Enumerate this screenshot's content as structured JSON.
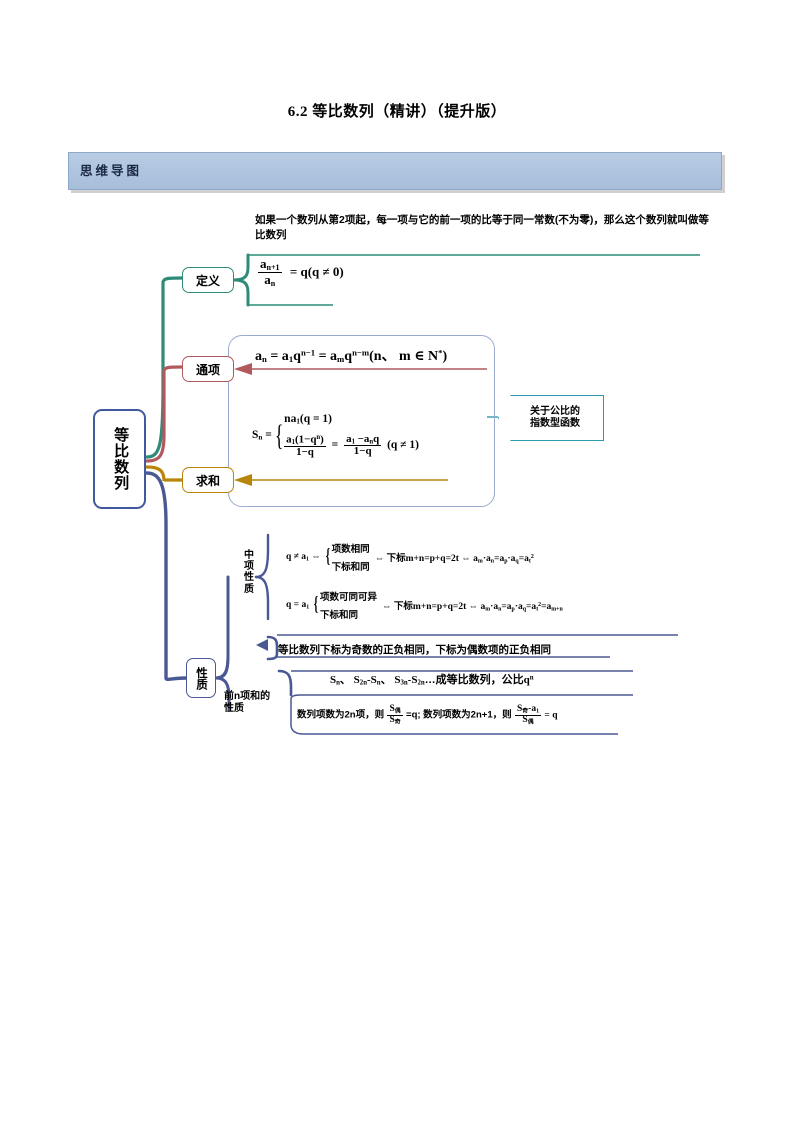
{
  "document": {
    "title": "6.2 等比数列（精讲）（提升版）",
    "section_banner_label": "思维导图"
  },
  "mindmap": {
    "root": "等比数列",
    "branches": {
      "definition": {
        "label": "定义",
        "text": "如果一个数列从第2项起，每一项与它的前一项的比等于同一常数(不为零)，那么这个数列就叫做等比数列",
        "formula_num": "a",
        "formula_num_sub": "n+1",
        "formula_den": "a",
        "formula_den_sub": "n",
        "formula_rhs": "= q(q ≠ 0)",
        "accent_color": "#2e8b77"
      },
      "general_term": {
        "label": "通项",
        "formula": "a_n = a_1 q^(n-1) = a_m q^(n-m) (n、 m ∈ N*)",
        "accent_color": "#b2595e"
      },
      "sum": {
        "label": "求和",
        "case1": "na_1 (q = 1)",
        "case2": "a_1(1-q^n)/(1-q) = (a_1 - a_n q)/(1-q)  (q ≠ 1)",
        "accent_color": "#b8860b"
      },
      "callout": {
        "line1": "关于公比的",
        "line2": "指数型函数",
        "accent_color": "#2e9ab0"
      },
      "properties": {
        "label": "性质",
        "accent_color": "#4a5893",
        "middle_term": {
          "label": "中项性质",
          "row1": {
            "condition": "q ≠ a₁",
            "sub1": "项数相同",
            "sub2": "下标和同",
            "result": "⇔ 下标m+n=p+q=2t ⇔ aₘ·aₙ=aₚ·a_q=a_t²"
          },
          "row2": {
            "condition": "q = a₁",
            "sub1": "项数可同可异",
            "sub2": "下标和同",
            "result": "⇔ 下标m+n=p+q=2t ⇔ aₘ·aₙ=aₚ·a_q=a_t²=a_{m+n}"
          },
          "note": "等比数列下标为奇数的正负相同，下标为偶数项的正负相同"
        },
        "sum_property": {
          "label": "前n项和的性质",
          "line1": "S_n、 S_2n -S_n、 S_3n -S_2n …成等比数列，公比q^n",
          "line2_a": "数列项数为2n项，则",
          "line2_frac1_num": "S",
          "line2_frac1_num_sub": "偶",
          "line2_frac1_den": "S",
          "line2_frac1_den_sub": "奇",
          "line2_b": "=q; 数列项数为2n+1，则",
          "line2_frac2_num": "S",
          "line2_frac2_num_sub": "奇",
          "line2_frac2_num_extra": "-a",
          "line2_frac2_num_extra_sub": "1",
          "line2_frac2_den": "S",
          "line2_frac2_den_sub": "偶",
          "line2_c": "= q"
        }
      }
    }
  },
  "colors": {
    "banner_fill": "#b0c6e0",
    "banner_border": "#8fa9c9",
    "root_border": "#41599e",
    "panel_border": "#9aabcf"
  }
}
